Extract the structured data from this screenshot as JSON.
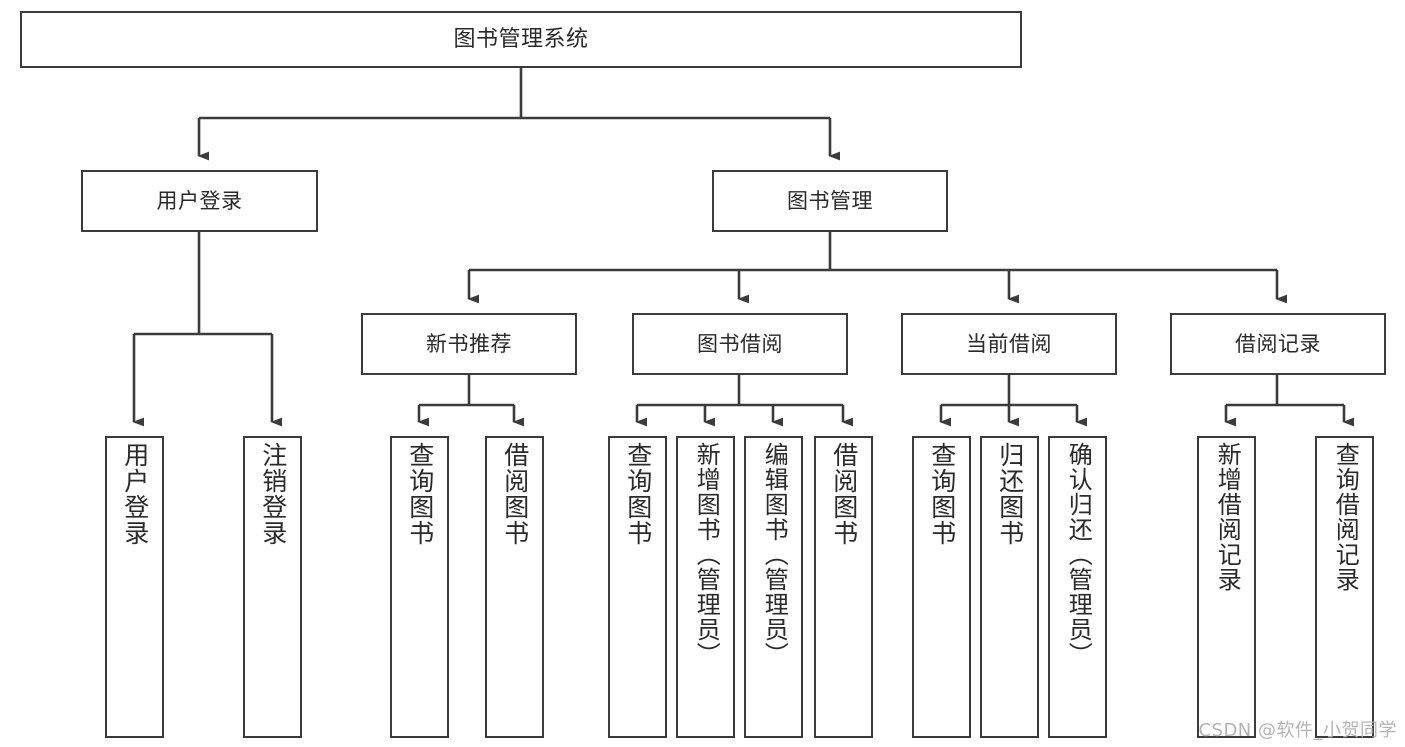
{
  "diagram": {
    "title": "图书管理系统",
    "type": "tree-hierarchy",
    "line_color": "#3b3b3b",
    "box_fill": "#ffffff",
    "text_color": "#2a2a2a"
  },
  "watermark": {
    "text": "CSDN @软件_小贺同学",
    "color": "#b4b4b4"
  },
  "nodes": {
    "root": {
      "label": "图书管理系统"
    },
    "level1": [
      {
        "label": "用户登录"
      },
      {
        "label": "图书管理"
      }
    ],
    "level2": [
      {
        "label": "新书推荐"
      },
      {
        "label": "图书借阅"
      },
      {
        "label": "当前借阅"
      },
      {
        "label": "借阅记录"
      }
    ],
    "leaves": {
      "user_login": [
        {
          "label": "用户登录"
        },
        {
          "label": "注销登录"
        }
      ],
      "new_book_recommend": [
        {
          "label": "查询图书"
        },
        {
          "label": "借阅图书"
        }
      ],
      "book_borrow": [
        {
          "label": "查询图书"
        },
        {
          "label": "新增图书（管理员）"
        },
        {
          "label": "编辑图书（管理员）"
        },
        {
          "label": "借阅图书"
        }
      ],
      "current_borrow": [
        {
          "label": "查询图书"
        },
        {
          "label": "归还图书"
        },
        {
          "label": "确认归还（管理员）"
        }
      ],
      "borrow_records": [
        {
          "label": "新增借阅记录"
        },
        {
          "label": "查询借阅记录"
        }
      ]
    }
  }
}
